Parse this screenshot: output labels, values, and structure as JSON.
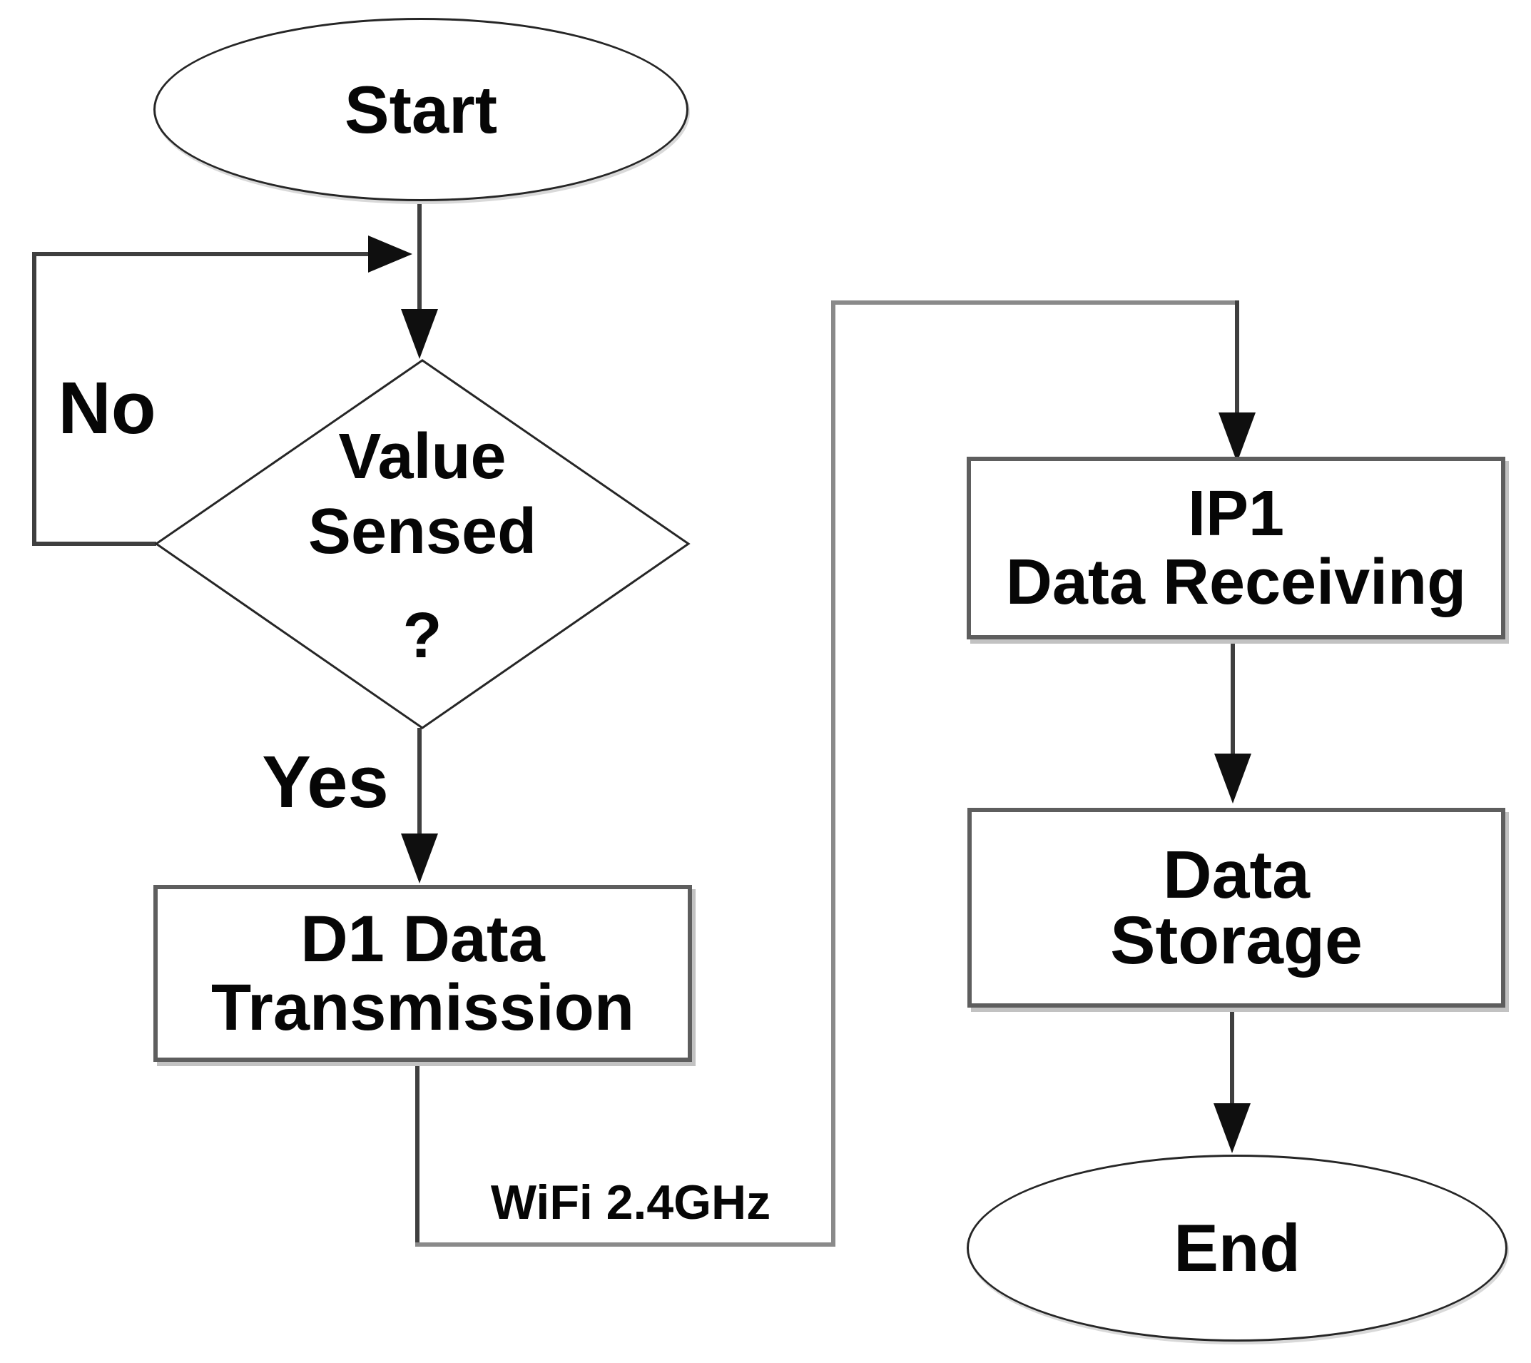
{
  "diagram": {
    "type": "flowchart",
    "nodes": {
      "start": {
        "type": "terminator",
        "label": "Start"
      },
      "value_sensed": {
        "type": "decision",
        "lines": [
          "Value",
          "Sensed",
          "?"
        ]
      },
      "d1_transmission": {
        "type": "process",
        "lines": [
          "D1 Data",
          "Transmission"
        ]
      },
      "ip1_receiving": {
        "type": "process",
        "lines": [
          "IP1",
          "Data Receiving"
        ]
      },
      "data_storage": {
        "type": "process",
        "lines": [
          "Data",
          "Storage"
        ]
      },
      "end": {
        "type": "terminator",
        "label": "End"
      }
    },
    "edge_labels": {
      "no": "No",
      "yes": "Yes",
      "wifi": "WiFi 2.4GHz"
    },
    "colors": {
      "background": "#ffffff",
      "connector": "#3f3f3f",
      "connector_light": "#8a8a8a",
      "arrowhead": "#0f0f0f",
      "node_border": "#5e5e5e",
      "node_shadow": "#c2c2c2",
      "terminator_border": "#262626",
      "text": "#060606"
    }
  }
}
